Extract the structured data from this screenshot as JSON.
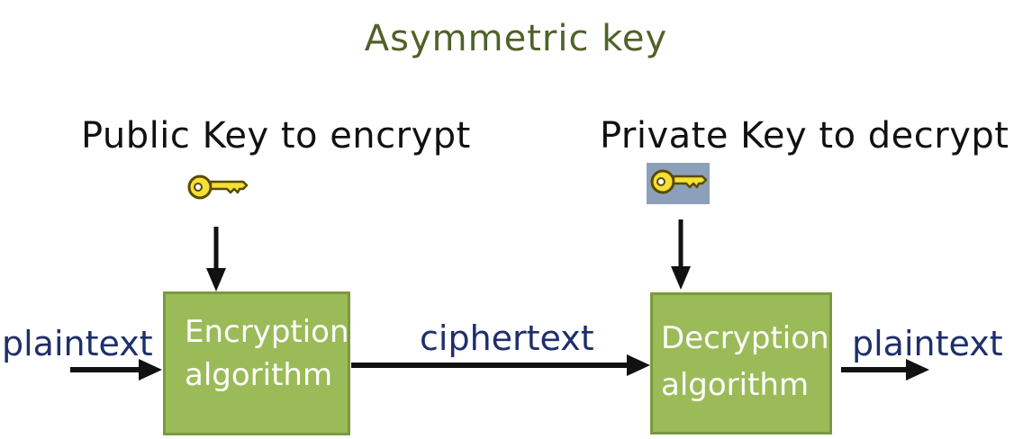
{
  "title": "Asymmetric key",
  "public_key_label": "Public Key to encrypt",
  "private_key_label": "Private Key to decrypt",
  "encryption_box": {
    "line1": "Encryption",
    "line2": "algorithm"
  },
  "decryption_box": {
    "line1": "Decryption",
    "line2": "algorithm"
  },
  "input_label": "plaintext",
  "middle_label": "ciphertext",
  "output_label": "plaintext",
  "icons": {
    "public_key": "key-icon",
    "private_key": "key-icon"
  },
  "colors": {
    "title": "#4f6228",
    "flow_labels": "#1f2f6b",
    "box_fill": "#9bbb59",
    "box_border": "#7a9a40",
    "box_text": "#ffffff",
    "arrows": "#111111",
    "key_fill": "#f5e033",
    "key_outline": "#5a4a00",
    "private_key_background": "#8da0ba"
  }
}
